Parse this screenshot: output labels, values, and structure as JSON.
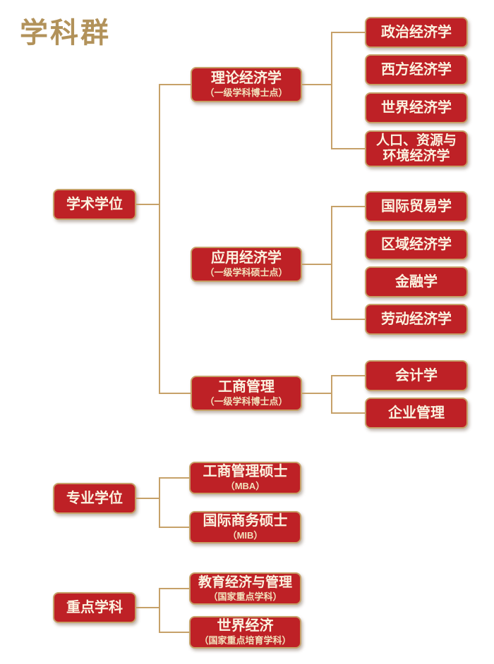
{
  "title": "学科群",
  "palette": {
    "box_red": "#BE2126",
    "border_gold": "#C6A169",
    "line_gold": "#C6A169",
    "text_cream": "#FBF3E0",
    "sub_cream": "#F2E2BC",
    "title_gold": "#B2925A"
  },
  "tree": {
    "academic": {
      "root": "学术学位",
      "branches": [
        {
          "label": "理论经济学",
          "sub": "（一级学科博士点）",
          "leaves": [
            "政治经济学",
            "西方经济学",
            "世界经济学",
            "人口、资源与\n环境经济学"
          ]
        },
        {
          "label": "应用经济学",
          "sub": "（一级学科硕士点）",
          "leaves": [
            "国际贸易学",
            "区域经济学",
            "金融学",
            "劳动经济学"
          ]
        },
        {
          "label": "工商管理",
          "sub": "（一级学科博士点）",
          "leaves": [
            "会计学",
            "企业管理"
          ]
        }
      ]
    },
    "professional": {
      "root": "专业学位",
      "branches": [
        {
          "label": "工商管理硕士",
          "sub": "（MBA）"
        },
        {
          "label": "国际商务硕士",
          "sub": "（MIB）"
        }
      ]
    },
    "key": {
      "root": "重点学科",
      "branches": [
        {
          "label": "教育经济与管理",
          "sub": "（国家重点学科）"
        },
        {
          "label": "世界经济",
          "sub": "（国家重点培育学科）"
        }
      ]
    }
  }
}
